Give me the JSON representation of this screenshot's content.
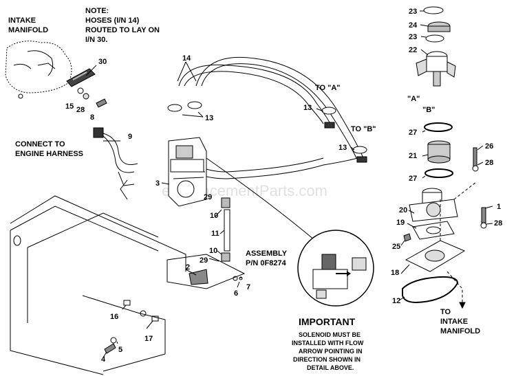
{
  "note": {
    "lines": [
      "NOTE:",
      "HOSES (I/N 14)",
      "ROUTED TO LAY ON",
      "I/N 30."
    ]
  },
  "labels": {
    "intake_top": [
      "INTAKE",
      "MANIFOLD"
    ],
    "connect": [
      "CONNECT TO",
      "ENGINE HARNESS"
    ],
    "to_a": "TO \"A\"",
    "to_b": "TO \"B\"",
    "port_a": "\"A\"",
    "port_b": "\"B\"",
    "assembly": [
      "ASSEMBLY",
      "P/N 0F8274"
    ],
    "intake_bottom": [
      "TO",
      "INTAKE",
      "MANIFOLD"
    ]
  },
  "important": {
    "title": "IMPORTANT",
    "lines": [
      "SOLENOID MUST BE",
      "INSTALLED WITH FLOW",
      "ARROW POINTING IN",
      "DIRECTION SHOWN IN",
      "DETAIL ABOVE."
    ]
  },
  "watermark": "eReplacementParts.com",
  "callouts": {
    "c14": "14",
    "c30": "30",
    "c15": "15",
    "c28a": "28",
    "c8": "8",
    "c13a": "13",
    "c13b": "13",
    "c13c": "13",
    "c9": "9",
    "c3": "3",
    "c10a": "10",
    "c11": "11",
    "c29a": "29",
    "c10b": "10",
    "c29b": "29",
    "c2": "2",
    "c7": "7",
    "c6": "6",
    "c16": "16",
    "c17": "17",
    "c4": "4",
    "c5": "5",
    "c23a": "23",
    "c24": "24",
    "c23b": "23",
    "c22": "22",
    "c27a": "27",
    "c26": "26",
    "c21": "21",
    "c28b": "28",
    "c27b": "27",
    "c20": "20",
    "c1": "1",
    "c19": "19",
    "c28c": "28",
    "c25": "25",
    "c18": "18",
    "c12": "12"
  }
}
